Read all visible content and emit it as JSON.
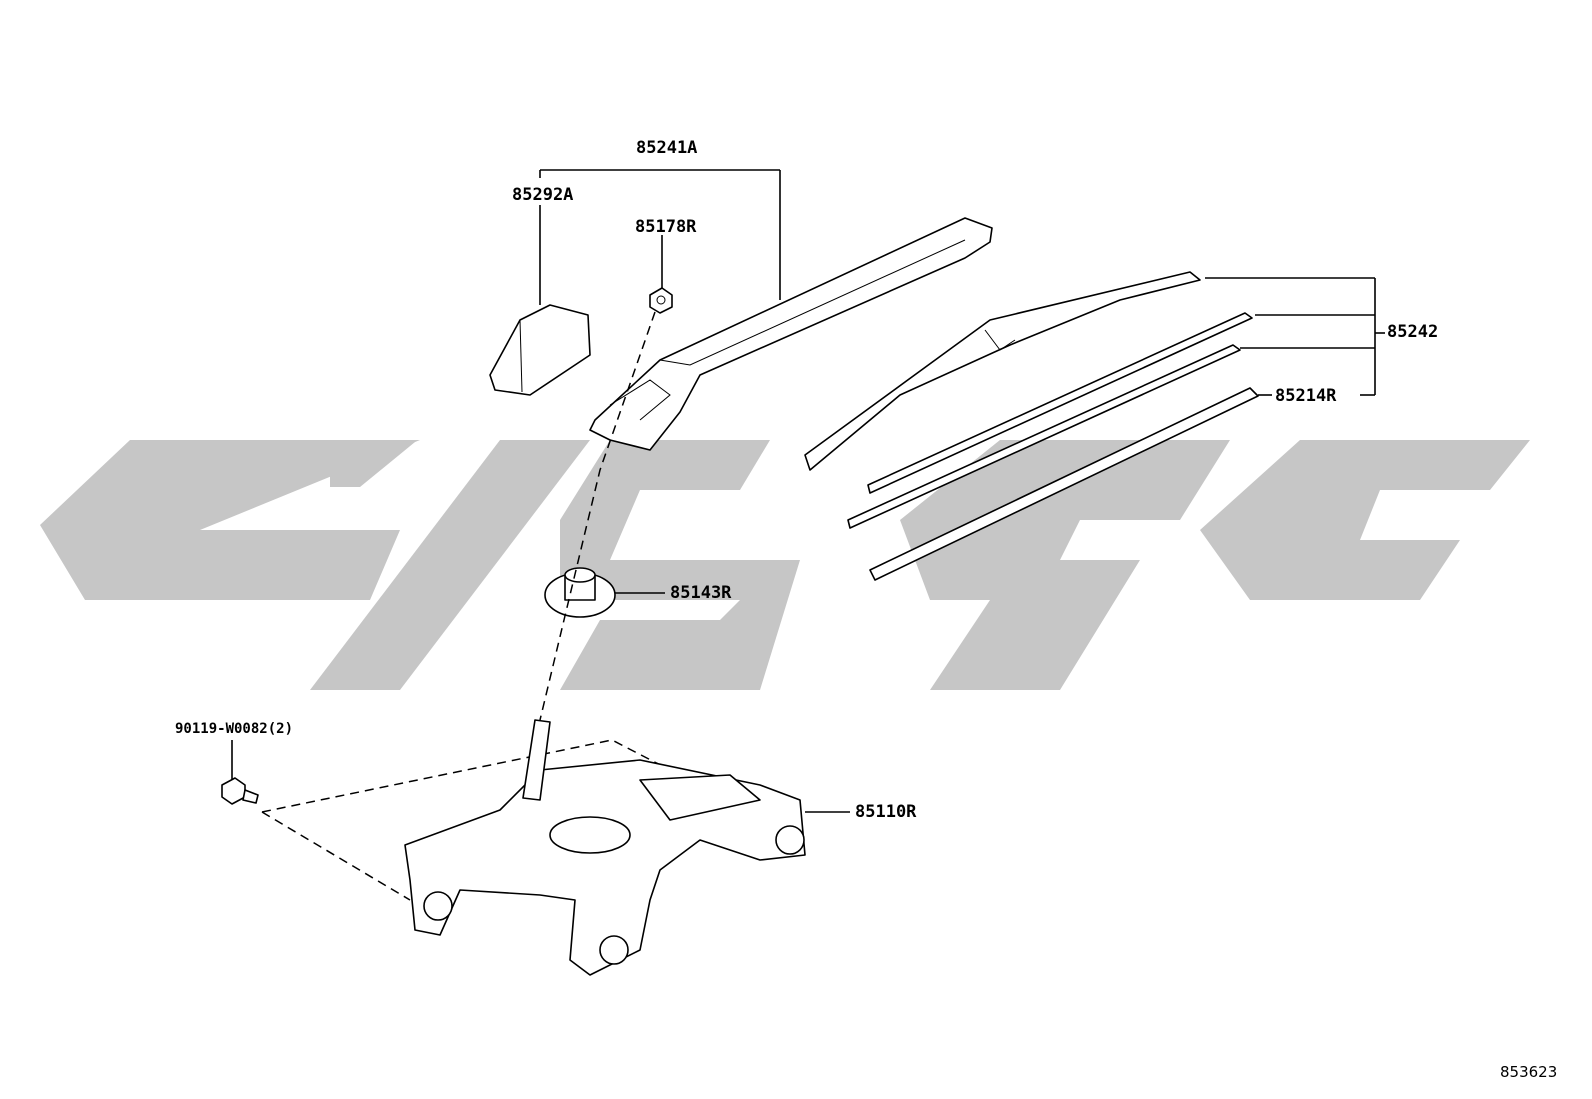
{
  "diagram": {
    "labels": {
      "arm_assembly": "85241A",
      "cap": "85292A",
      "nut": "85178R",
      "blade_assembly": "85242",
      "rubber_refill": "85214R",
      "grommet": "85143R",
      "bolt": "90119-W0082(2)",
      "motor": "85110R"
    },
    "diagram_number": "853623",
    "watermark_color": "#c6c6c6"
  }
}
